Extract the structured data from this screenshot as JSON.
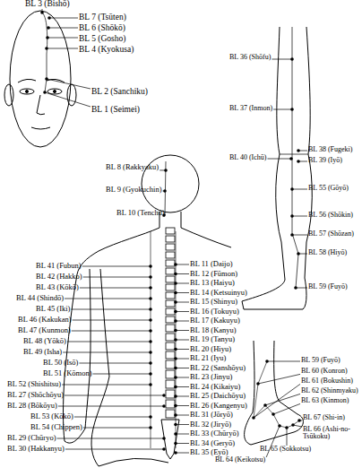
{
  "diagram": {
    "labels": [
      "BL 3 (Bishō)",
      "BL 7 (Tsūten)",
      "BL 6 (Shōkō)",
      "BL 5 (Gosho)",
      "BL 4 (Kyokusa)",
      "BL 2 (Sanchiku)",
      "BL 1 (Seimei)",
      "BL 8 (Rakkyaku)",
      "BL 9 (Gyokuchin)",
      "BL 10 (Tenchū)",
      "BL 41 (Fubun)",
      "BL 42 (Hakko)",
      "BL 43 (Kōkō)",
      "BL 44 (Shindō)",
      "BL 45 (Iki)",
      "BL 46 (Kakukan)",
      "BL 47 (Kunmon)",
      "BL 48 (Yōkō)",
      "BL 49 (Isha)",
      "BL 50 (Isō)",
      "BL 51 (Kōmon)",
      "BL 52 (Shishitsu)",
      "BL 27 (Shōchōyu)",
      "BL 28 (Bōkōyu)",
      "BL 53 (Kōkō)",
      "BL 54 (Chippen)",
      "BL 29 (Chūryo)",
      "BL 30 (Hakkanyu)",
      "BL 11 (Daijo)",
      "BL 12 (Fūmon)",
      "BL 13 (Haiyu)",
      "BL 14 (Ketsuinyu)",
      "BL 15 (Shinyu)",
      "BL 16 (Tokuyu)",
      "BL 17 (Kakuyu)",
      "BL 18 (Kanyu)",
      "BL 19 (Tanyu)",
      "BL 20 (Hiyu)",
      "BL 21 (Iyu)",
      "BL 22 (Sanshōyu)",
      "BL 23 (Jinyu)",
      "BL 24 (Kikaiyu)",
      "BL 25 (Daichōyu)",
      "BL 26 (Kangenyu)",
      "BL 31 (Jōryō)",
      "BL 32 (Jiryō)",
      "BL 33 (Chūryō)",
      "BL 34 (Geryō)",
      "BL 35 (Eyō)",
      "BL 36 (Shōfu)",
      "BL 37 (Inmon)",
      "BL 38 (Fugeki)",
      "BL 39 (Iyō)",
      "BL 40 (Ichū)",
      "BL 55 (Gōyō)",
      "BL 56 (Shōkin)",
      "BL 57 (Shōzan)",
      "BL 58 (Hiyō)",
      "BL 59 (Fuyō)",
      "BL 59 (Fuyō)",
      "BL 60 (Konron)",
      "BL 61 (Bokushin)",
      "BL 62 (Shinmyaku)",
      "BL 63 (Kinmon)",
      "BL 67 (Shi-in)",
      "BL 66 (Ashi-no-Tsūkoku)",
      "BL 65 (Sokkotsu)",
      "BL 64 (Keikotsu)"
    ]
  }
}
